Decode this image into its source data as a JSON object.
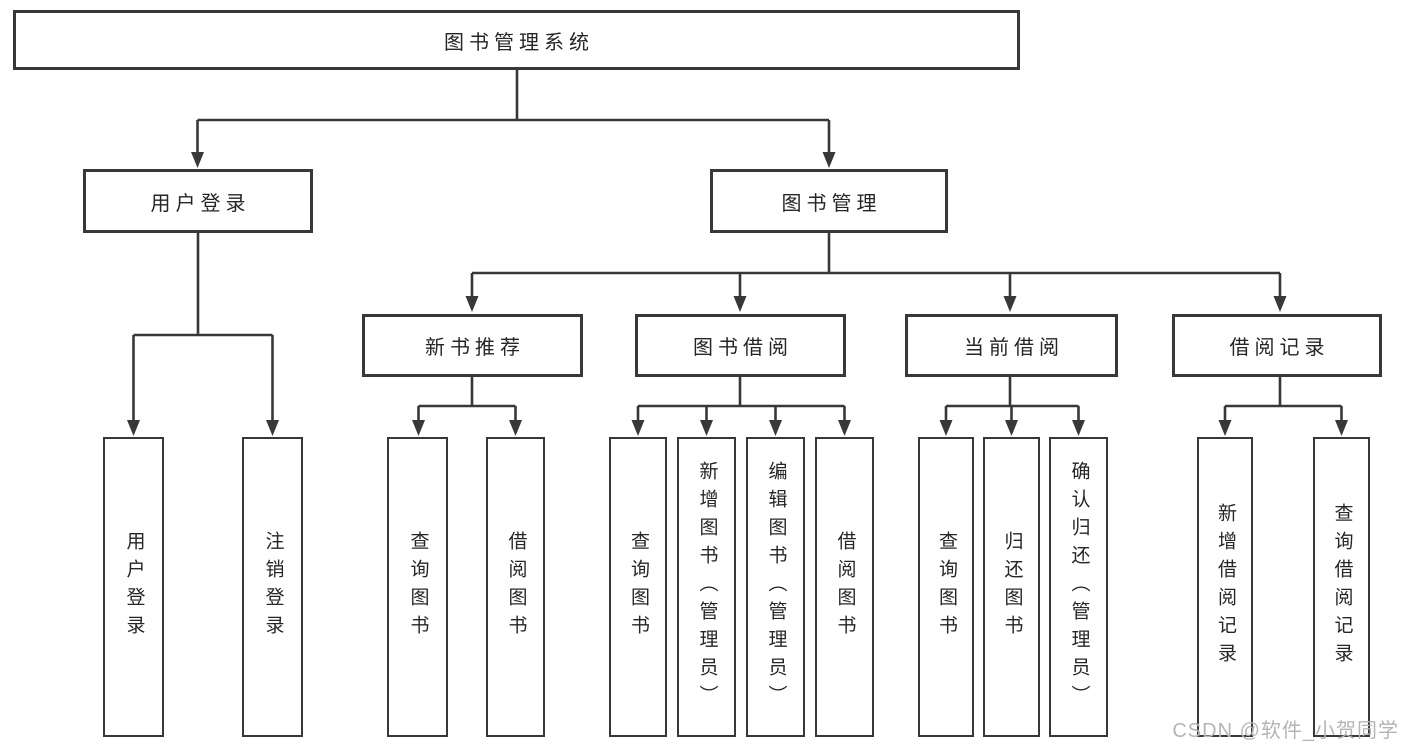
{
  "root": {
    "label": "图书管理系统"
  },
  "branches": [
    {
      "label": "用户登录",
      "children": [
        {
          "label": "用户登录"
        },
        {
          "label": "注销登录"
        }
      ]
    },
    {
      "label": "图书管理",
      "children": [
        {
          "label": "新书推荐",
          "children": [
            {
              "label": "查询图书"
            },
            {
              "label": "借阅图书"
            }
          ]
        },
        {
          "label": "图书借阅",
          "children": [
            {
              "label": "查询图书"
            },
            {
              "label": "新增图书（管理员）"
            },
            {
              "label": "编辑图书（管理员）"
            },
            {
              "label": "借阅图书"
            }
          ]
        },
        {
          "label": "当前借阅",
          "children": [
            {
              "label": "查询图书"
            },
            {
              "label": "归还图书"
            },
            {
              "label": "确认归还（管理员）"
            }
          ]
        },
        {
          "label": "借阅记录",
          "children": [
            {
              "label": "新增借阅记录"
            },
            {
              "label": "查询借阅记录"
            }
          ]
        }
      ]
    }
  ],
  "watermark": "CSDN @软件_小贺同学",
  "colors": {
    "line": "#383838",
    "box_border": "#383838",
    "text": "#262626",
    "box_background": "#ffffff",
    "page_background": "#ffffff",
    "watermark": "#b5b5b5"
  }
}
